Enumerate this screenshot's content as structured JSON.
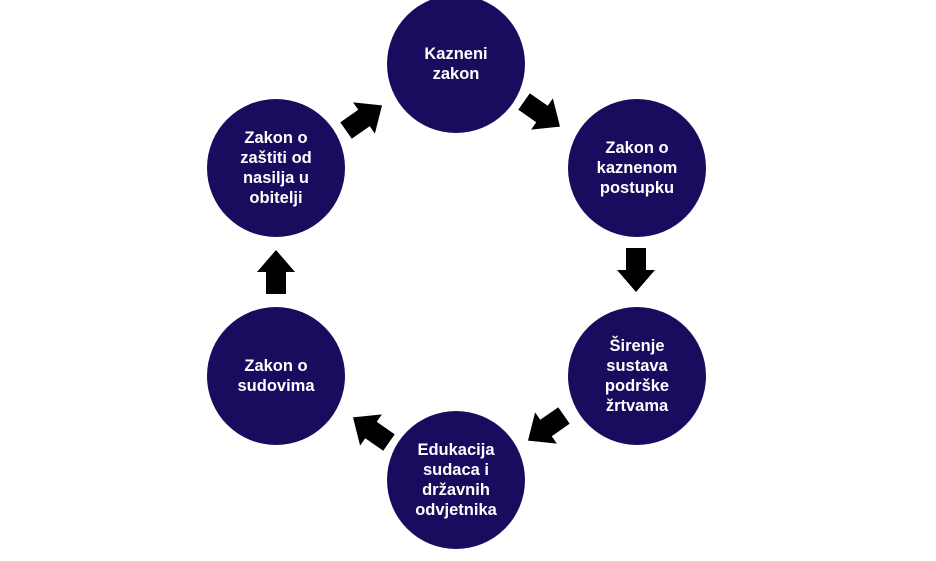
{
  "diagram": {
    "colors": {
      "node_fill": "#1a0b5e",
      "node_text": "#ffffff",
      "arrow_fill": "#000000"
    },
    "nodes": [
      {
        "id": "kazneni-zakon",
        "label": "Kazneni\nzakon"
      },
      {
        "id": "zakon-o-kaznenom-postupku",
        "label": "Zakon o\nkaznenom\npostupku"
      },
      {
        "id": "sirenje-sustava-podrske-zrtvama",
        "label": "Širenje\nsustava\npodrške\nžrtvama"
      },
      {
        "id": "edukacija-sudaca",
        "label": "Edukacija\nsudaca i\ndržavnih\nodvjetnika"
      },
      {
        "id": "zakon-o-sudovima",
        "label": "Zakon o\nsudovima"
      },
      {
        "id": "zakon-o-zastiti-od-nasilja",
        "label": "Zakon o\nzaštiti od\nnasilja u\nobitelji"
      }
    ],
    "arrows": [
      {
        "from": "kazneni-zakon",
        "to": "zakon-o-kaznenom-postupku",
        "icon": "arrow-icon"
      },
      {
        "from": "zakon-o-kaznenom-postupku",
        "to": "sirenje-sustava-podrske-zrtvama",
        "icon": "arrow-icon"
      },
      {
        "from": "sirenje-sustava-podrske-zrtvama",
        "to": "edukacija-sudaca",
        "icon": "arrow-icon"
      },
      {
        "from": "edukacija-sudaca",
        "to": "zakon-o-sudovima",
        "icon": "arrow-icon"
      },
      {
        "from": "zakon-o-sudovima",
        "to": "zakon-o-zastiti-od-nasilja",
        "icon": "arrow-icon"
      },
      {
        "from": "zakon-o-zastiti-od-nasilja",
        "to": "kazneni-zakon",
        "icon": "arrow-icon"
      }
    ]
  }
}
